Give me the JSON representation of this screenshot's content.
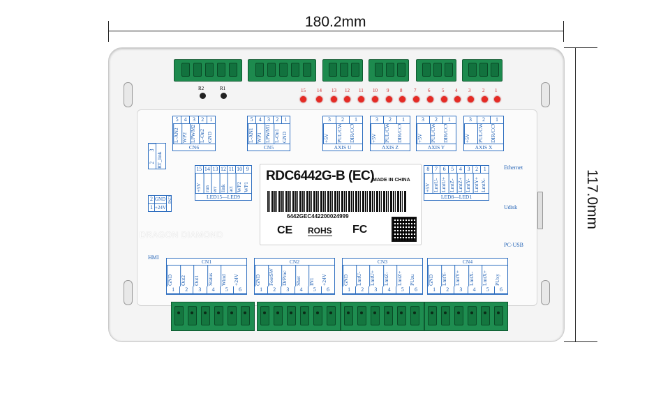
{
  "dimensions": {
    "width_label": "180.2mm",
    "height_label": "117.0mm"
  },
  "main_label": {
    "model": "RDC6442G-B (EC)",
    "origin": "MADE IN CHINA",
    "serial": "6442GEC442200024999",
    "ce": "CE",
    "rohs": "ROHS",
    "fc": "FC"
  },
  "watermark": "DRAGON DIAMOND",
  "resistors": [
    "R2",
    "R1"
  ],
  "leds": [
    "15",
    "14",
    "13",
    "12",
    "11",
    "10",
    "9",
    "8",
    "7",
    "6",
    "5",
    "4",
    "3",
    "2",
    "1"
  ],
  "top_blocks": [
    {
      "name": "CN6",
      "nums": [
        "5",
        "4",
        "3",
        "2",
        "1"
      ],
      "sigs": [
        "L-AN2",
        "WP2",
        "LPWM2",
        "L-On2",
        "GND"
      ]
    },
    {
      "name": "CN5",
      "nums": [
        "5",
        "4",
        "3",
        "2",
        "1"
      ],
      "sigs": [
        "L-AN1",
        "WP1",
        "LPWM1",
        "L-On1",
        "GND"
      ]
    },
    {
      "name": "AXIS U",
      "nums": [
        "3",
        "2",
        "1"
      ],
      "sigs": [
        "+5V",
        "PUL/CW",
        "DIR/CCW"
      ]
    },
    {
      "name": "AXIS Z",
      "nums": [
        "3",
        "2",
        "1"
      ],
      "sigs": [
        "+5V",
        "PUL/CW",
        "DIR/CCW"
      ]
    },
    {
      "name": "AXIS Y",
      "nums": [
        "3",
        "2",
        "1"
      ],
      "sigs": [
        "+5V",
        "PUL/CW",
        "DIR/CCW"
      ]
    },
    {
      "name": "AXIS X",
      "nums": [
        "3",
        "2",
        "1"
      ],
      "sigs": [
        "+5V",
        "PUL/CW",
        "DIR/CCW"
      ]
    }
  ],
  "led_left": {
    "name": "LED15—LED9",
    "nums": [
      "15",
      "14",
      "13",
      "12",
      "11",
      "10",
      "9"
    ],
    "sigs": [
      "+5V",
      "run",
      "err",
      "link",
      "act",
      "WP2",
      "WP1"
    ]
  },
  "led_right": {
    "name": "LED8—LED1",
    "nums": [
      "8",
      "7",
      "6",
      "5",
      "4",
      "3",
      "2",
      "1"
    ],
    "sigs": [
      "+5V",
      "LmtU-",
      "LmtU+",
      "LmtZ-",
      "LmtZ+",
      "LmtY-",
      "LmtY+",
      "LmtX-"
    ]
  },
  "rt_link": {
    "nums": [
      "3",
      "2"
    ],
    "label": "RT_link"
  },
  "cn0": {
    "nums": [
      "2",
      "1"
    ],
    "sigs": [
      "GND",
      "+24V"
    ],
    "name": "CN0"
  },
  "side_labels": {
    "ethernet": "Ethernet",
    "udisk": "Udisk",
    "pcusb": "PC-USB",
    "hmi": "HMI"
  },
  "bottom_blocks": [
    {
      "name": "CN1",
      "nums": [
        "1",
        "2",
        "3",
        "4",
        "5",
        "6"
      ],
      "sigs": [
        "GND",
        "Out2",
        "Out1",
        "Status",
        "Wind",
        "+24V"
      ]
    },
    {
      "name": "CN2",
      "nums": [
        "1",
        "2",
        "3",
        "4",
        "5",
        "6"
      ],
      "sigs": [
        "GND",
        "FootSW",
        "DrProc",
        "Shot",
        "IN1",
        "+24V"
      ]
    },
    {
      "name": "CN3",
      "nums": [
        "1",
        "2",
        "3",
        "4",
        "5",
        "6"
      ],
      "sigs": [
        "GND",
        "LmtU-",
        "LmtU+",
        "LmtZ-",
        "LmtZ+",
        "PUzu"
      ]
    },
    {
      "name": "CN4",
      "nums": [
        "1",
        "2",
        "3",
        "4",
        "5",
        "6"
      ],
      "sigs": [
        "GND",
        "LmtY-",
        "LmtY+",
        "LmtX-",
        "LmtX+",
        "PUxy"
      ]
    }
  ]
}
